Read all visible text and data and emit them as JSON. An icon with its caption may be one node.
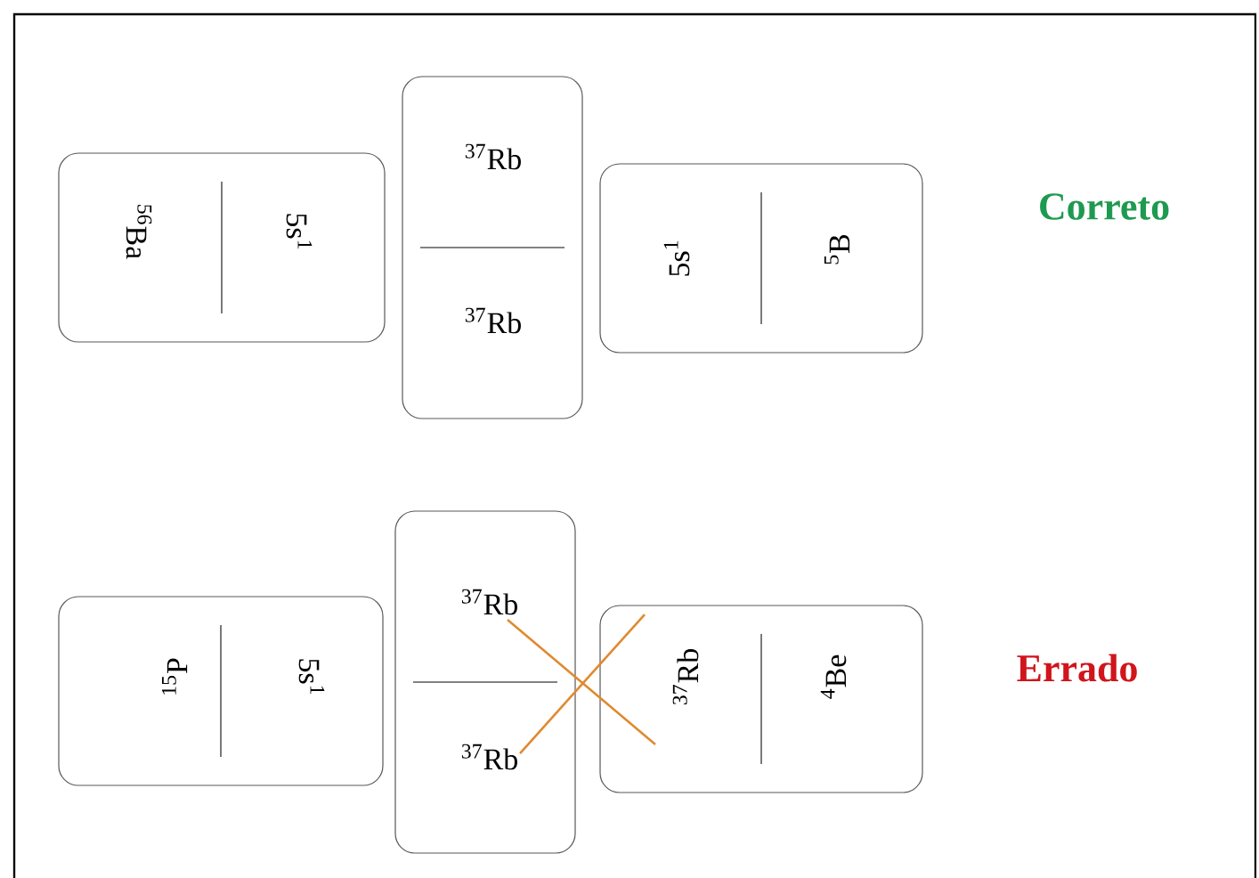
{
  "diagram": {
    "nodes": [
      {
        "text": [
          "$^{56}$Ba",
          "5s$^{1}$"
        ]
      },
      {
        "text": [
          "$^{37}$Rb",
          "$^{37}$Rb"
        ]
      },
      {
        "text": [
          "5s$^{1}$",
          "$^{5}$B"
        ]
      },
      {
        "text": [
          "$^{15}$P",
          "5s$^{1}$"
        ]
      },
      {
        "text": [
          "$^{37}$Rb",
          "$^{37}$Rb"
        ]
      },
      {
        "text": [
          "$^{37}$Rb",
          "$^{4}$Be"
        ]
      }
    ],
    "labels": [
      "Correto",
      "Errado"
    ]
  }
}
